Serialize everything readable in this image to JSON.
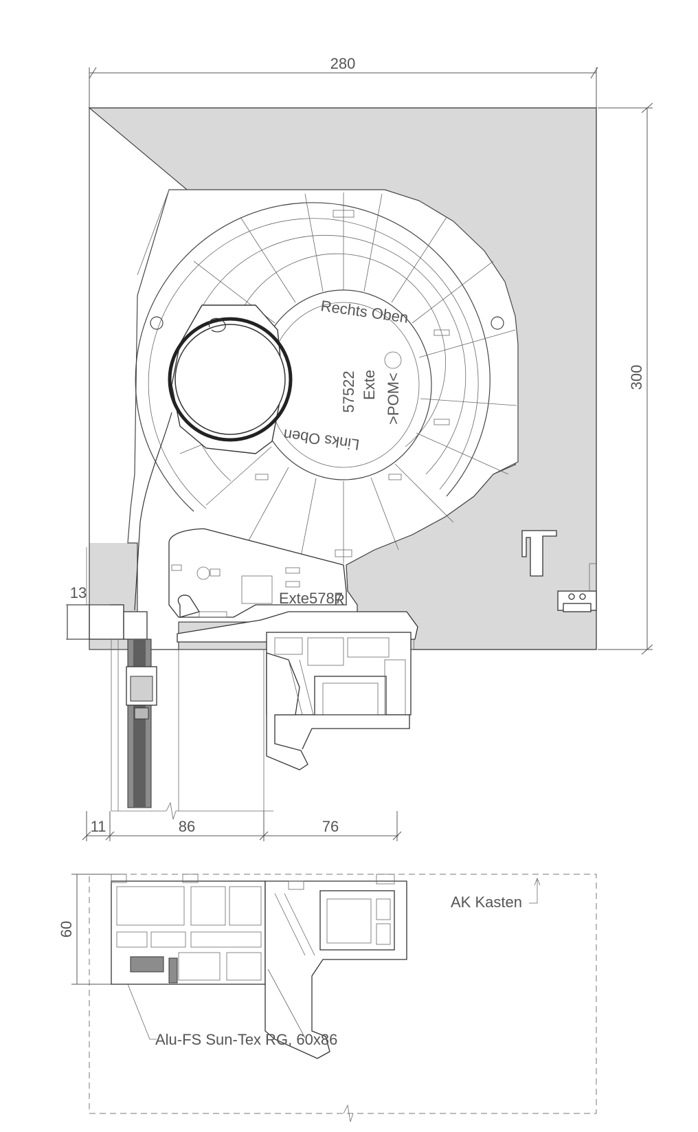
{
  "dimensions": {
    "width_top": "280",
    "height_right": "300",
    "left_13": "13",
    "bottom_11": "11",
    "bottom_86": "86",
    "bottom_76": "76",
    "section_60": "60"
  },
  "drum_labels": {
    "rechts_oben": "Rechts Oben",
    "part_number": "57522",
    "links_oben": "Links Oben",
    "brand": "Exte",
    "material": ">POM<"
  },
  "profile_label": {
    "part": "5787",
    "suffix": "R",
    "brand": "Exte"
  },
  "annotations": {
    "ak_kasten": "AK Kasten",
    "alu_fs": "Alu-FS Sun-Tex RG, 60x86"
  },
  "colors": {
    "box_fill": "#d9d9d9",
    "glass_fill": "#8c8c8c",
    "line": "#444444"
  }
}
